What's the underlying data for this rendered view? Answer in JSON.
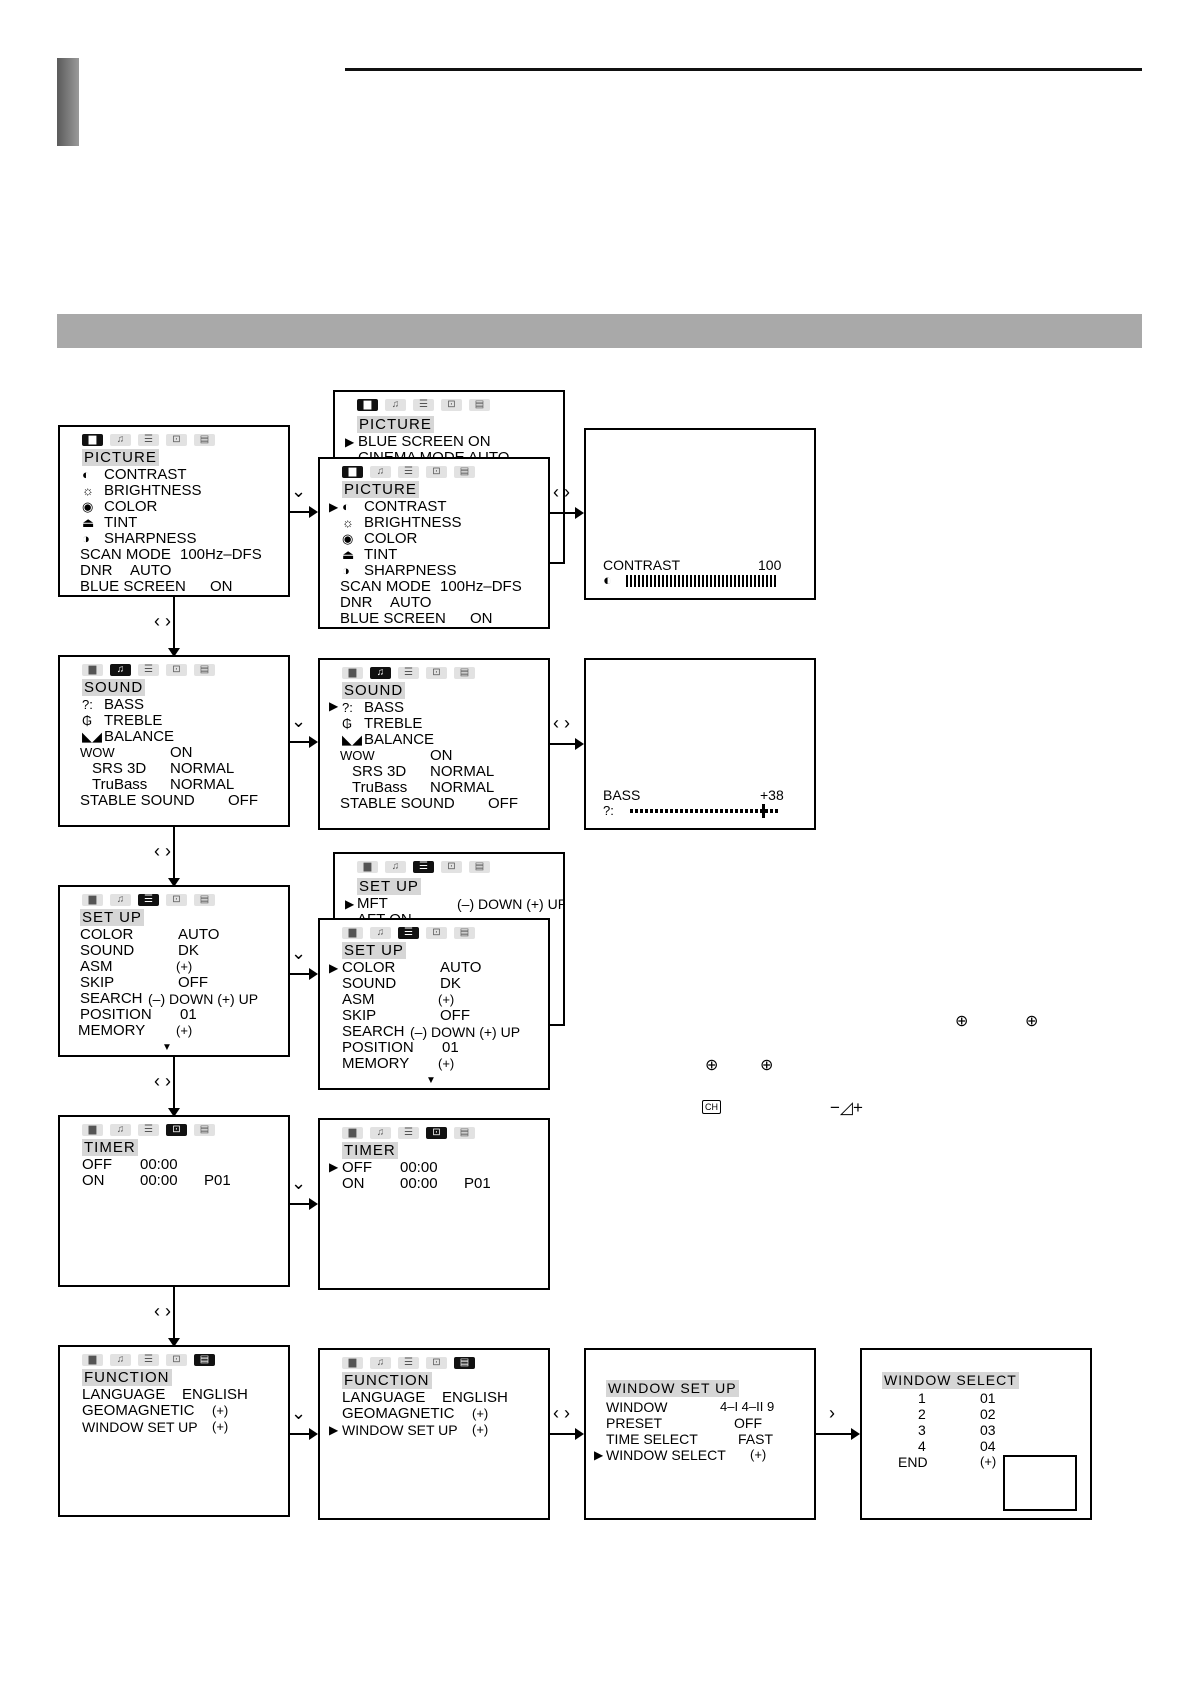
{
  "menu_tabs": [
    "▆",
    "♫",
    "☰",
    "⊡",
    "▤"
  ],
  "picture": {
    "title": "PICTURE",
    "items": [
      {
        "icon": "◐",
        "label": "CONTRAST"
      },
      {
        "icon": "☼",
        "label": "BRIGHTNESS"
      },
      {
        "icon": "◉",
        "label": "COLOR"
      },
      {
        "icon": "⏏",
        "label": "TINT"
      },
      {
        "icon": "◑",
        "label": "SHARPNESS"
      }
    ],
    "scan_mode_label": "SCAN MODE",
    "scan_mode_value": "100Hz–DFS",
    "dnr_label": "DNR",
    "dnr_value": "AUTO",
    "blue_label": "BLUE SCREEN",
    "blue_value": "ON",
    "back_blue_row": "BLUE SCREEN   ON",
    "back_cinema_row": "CINEMA MODE   AUTO",
    "contrast_label": "CONTRAST",
    "contrast_value": "100"
  },
  "sound": {
    "title": "SOUND",
    "items": [
      {
        "icon": "?:",
        "label": "BASS"
      },
      {
        "icon": "₲",
        "label": "TREBLE"
      },
      {
        "icon": "◣◢",
        "label": "BALANCE"
      }
    ],
    "wow_label": "WOW",
    "wow_value": "ON",
    "srs_label": "SRS 3D",
    "srs_value": "NORMAL",
    "trubass_label": "TruBass",
    "trubass_value": "NORMAL",
    "stable_label": "STABLE  SOUND",
    "stable_value": "OFF",
    "bass_label": "BASS",
    "bass_value": "+38",
    "bass_level_fraction": 0.88
  },
  "setup": {
    "title": "SET UP",
    "rows": [
      {
        "label": "COLOR",
        "value": "AUTO"
      },
      {
        "label": "SOUND",
        "value": "DK"
      },
      {
        "label": "ASM",
        "value": "(+)"
      },
      {
        "label": "SKIP",
        "value": "OFF"
      },
      {
        "label": "SEARCH",
        "value": "(–) DOWN (+) UP"
      },
      {
        "label": "POSITION",
        "value": "01"
      },
      {
        "label": "MEMORY",
        "value": "(+)"
      }
    ],
    "back_mft_label": "MFT",
    "back_mft_value": "(–) DOWN (+) UP",
    "back_aft_row": "AFT              ON"
  },
  "timer": {
    "title": "TIMER",
    "off_label": "OFF",
    "off_time": "00:00",
    "on_label": "ON",
    "on_time": "00:00",
    "on_program": "P01"
  },
  "function": {
    "title": "FUNCTION",
    "language_label": "LANGUAGE",
    "language_value": "ENGLISH",
    "geomagnetic_label": "GEOMAGNETIC",
    "geomagnetic_value": "(+)",
    "window_label": "WINDOW  SET  UP",
    "window_value": "(+)"
  },
  "window_setup": {
    "title": "WINDOW  SET  UP",
    "window_label": "WINDOW",
    "window_value": "4–I 4–II   9",
    "preset_label": "PRESET",
    "preset_value": "OFF",
    "time_label": "TIME  SELECT",
    "time_value": "FAST",
    "select_label": "WINDOW  SELECT",
    "select_value": "(+)"
  },
  "window_select": {
    "title": "WINDOW  SELECT",
    "rows": [
      {
        "num": "1",
        "val": "01"
      },
      {
        "num": "2",
        "val": "02"
      },
      {
        "num": "3",
        "val": "03"
      },
      {
        "num": "4",
        "val": "04"
      },
      {
        "num": "END",
        "val": "(+)"
      }
    ]
  },
  "nav_glyphs": {
    "down": "⌄",
    "left_right": "‹ ›",
    "right": "›"
  },
  "side_icons": {
    "input_icon": "⊕",
    "ch_icon": "CH",
    "volume_icon": "−◿+"
  }
}
